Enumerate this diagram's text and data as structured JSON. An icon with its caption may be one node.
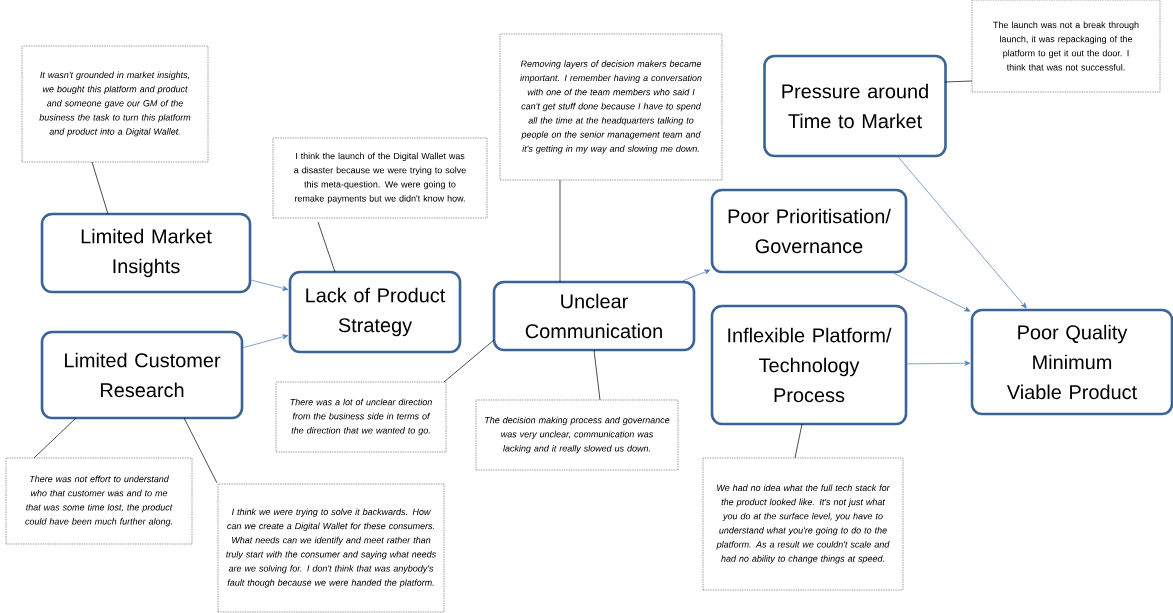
{
  "diagram": {
    "nodes": [
      {
        "text": [
          "Limited Market Insights"
        ]
      },
      {
        "text": [
          "Limited Customer Research"
        ]
      },
      {
        "text": [
          "Lack of Product Strategy"
        ]
      },
      {
        "text": [
          "Unclear Communication"
        ]
      },
      {
        "text": [
          "Pressure around Time to Market"
        ]
      },
      {
        "text": [
          "Poor Prioritisation/ Governance"
        ]
      },
      {
        "text": [
          "Inflexible Platform/ Technology Process"
        ]
      },
      {
        "text": [
          "Poor Quality Minimum Viable Product"
        ]
      },
      {
        "text": [
          "It wasn't grounded in market insights, we bought this platform and product and someone gave our GM of the business the task to turn this platform and product into a Digital Wallet."
        ]
      },
      {
        "text": [
          "I think the launch of the Digital Wallet was a disaster because we were trying to solve this meta-question. We were going to remake payments but we didn't know how."
        ]
      },
      {
        "text": [
          "Removing layers of decision makers became important. I remember having a conversation with one of the team members who said I can't get stuff done because I have to spend all the time at the headquarters talking to people on the senior management team and it's getting in my way and slowing me down."
        ]
      },
      {
        "text": [
          "The launch was not a break through launch, it was repackaging of the platform to get it out the door. I think that was not successful."
        ]
      },
      {
        "text": [
          "There was a lot of unclear direction from the business side in terms of the direction that we wanted to go."
        ]
      },
      {
        "text": [
          "The decision making process and governance was very unclear, communication was lacking and it really slowed us down."
        ]
      },
      {
        "text": [
          "There was not effort to understand who that customer was and to me that was some time lost, the product could have been much further along."
        ]
      },
      {
        "text": [
          "I think we were trying to solve it backwards. How can we create a Digital Wallet for these consumers. What needs can we identify and meet rather than truly start with the consumer and saying what needs are we solving for. I don't think that was anybody's fault though because we were handed the platform."
        ]
      },
      {
        "text": [
          "We had no idea what the full tech stack for the product looked like. It's not just what you do at the surface level, you have to understand what you're going to do to the platform. As a result we couldn't scale and had no ability to change things at speed."
        ]
      }
    ],
    "edges": [
      {
        "from": 0,
        "to": 2,
        "arrow": "to",
        "color": "#4a7ebb"
      },
      {
        "from": 1,
        "to": 2,
        "arrow": "to",
        "color": "#4a7ebb"
      },
      {
        "from": 3,
        "to": 5,
        "arrow": "to",
        "color": "#4a7ebb"
      },
      {
        "from": 4,
        "to": 7,
        "arrow": "to",
        "color": "#4a7ebb"
      },
      {
        "from": 5,
        "to": 7,
        "arrow": "to",
        "color": "#4a7ebb"
      },
      {
        "from": 6,
        "to": 7,
        "arrow": "to",
        "color": "#4a7ebb"
      },
      {
        "from": 8,
        "to": 0,
        "arrow": "none"
      },
      {
        "from": 9,
        "to": 2,
        "arrow": "none"
      },
      {
        "from": 10,
        "to": 3,
        "arrow": "none"
      },
      {
        "from": 11,
        "to": 4,
        "arrow": "none"
      },
      {
        "from": 12,
        "to": 3,
        "arrow": "none"
      },
      {
        "from": 13,
        "to": 3,
        "arrow": "none"
      },
      {
        "from": 14,
        "to": 1,
        "arrow": "none"
      },
      {
        "from": 15,
        "to": 1,
        "arrow": "none"
      },
      {
        "from": 16,
        "to": 6,
        "arrow": "none"
      }
    ]
  }
}
